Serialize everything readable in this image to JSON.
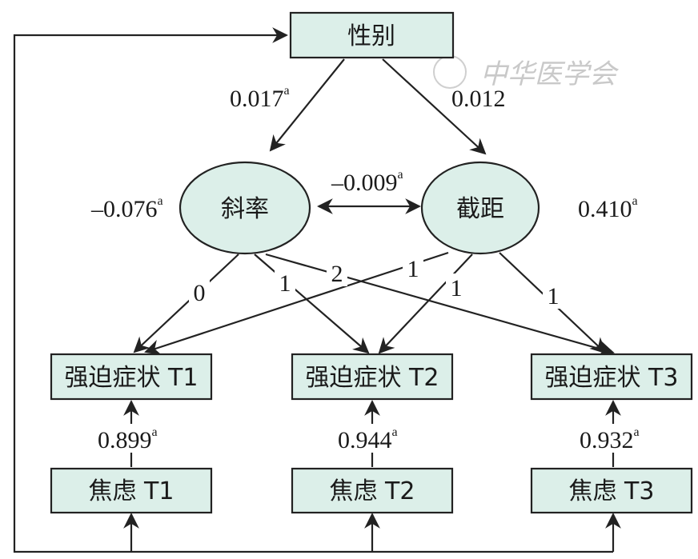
{
  "nodes": {
    "gender": "性别",
    "slope": "斜率",
    "intercept": "截距",
    "ocd_t1": "强迫症状 T1",
    "ocd_t2": "强迫症状 T2",
    "ocd_t3": "强迫症状 T3",
    "anx_t1": "焦虑 T1",
    "anx_t2": "焦虑 T2",
    "anx_t3": "焦虑 T3"
  },
  "coefficients": {
    "gender_to_slope": "0.017",
    "gender_to_intercept": "0.012",
    "slope_intercept_cov": "–0.009",
    "slope_variance": "–0.076",
    "intercept_variance": "0.410",
    "anx_t1_to_ocd_t1": "0.899",
    "anx_t2_to_ocd_t2": "0.944",
    "anx_t3_to_ocd_t3": "0.932",
    "sig_mark": "a"
  },
  "loadings": {
    "slope_t1": "0",
    "slope_t2": "1",
    "slope_t3": "2",
    "intercept_t1": "1",
    "intercept_t2": "1",
    "intercept_t3": "1"
  },
  "watermark": "中华医学会"
}
